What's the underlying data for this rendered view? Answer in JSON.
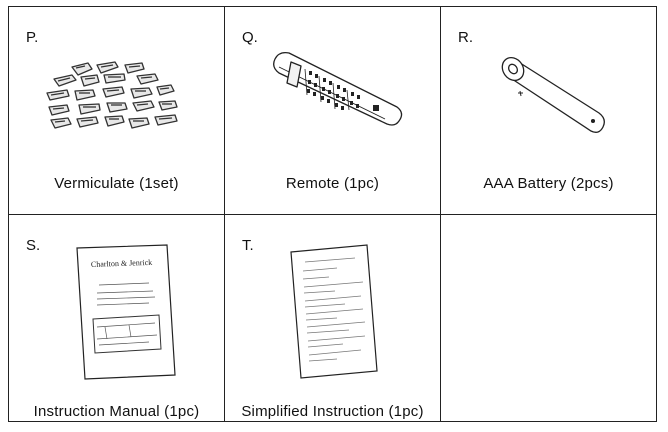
{
  "items": [
    {
      "letter": "P.",
      "caption": "Vermiculate (1set)"
    },
    {
      "letter": "Q.",
      "caption": "Remote (1pc)"
    },
    {
      "letter": "R.",
      "caption": "AAA Battery (2pcs)"
    },
    {
      "letter": "S.",
      "caption": "Instruction Manual (1pc)"
    },
    {
      "letter": "T.",
      "caption": "Simplified Instruction (1pc)"
    }
  ],
  "manual": {
    "brand": "Charlton & Jenrick"
  },
  "icons": [
    "vermiculite-pieces-icon",
    "remote-control-icon",
    "aaa-battery-icon",
    "instruction-manual-icon",
    "simplified-instruction-sheet-icon"
  ]
}
